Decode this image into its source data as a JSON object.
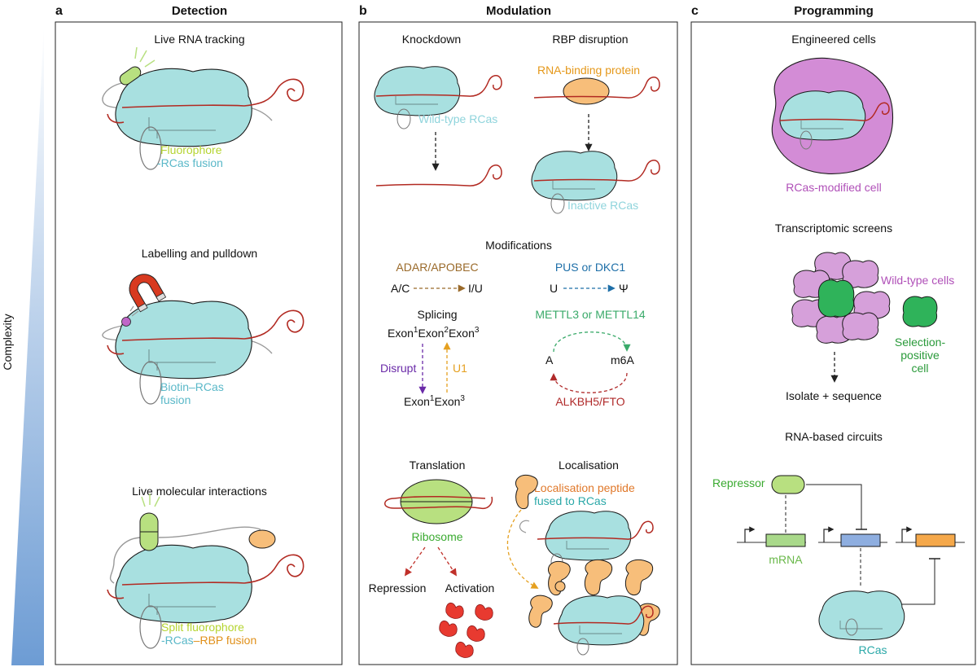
{
  "colors": {
    "rcas": "#a8e0e0",
    "rcas_stroke": "#1a1a1a",
    "rna": "#b22a22",
    "fluor_green": "#b8e080",
    "rbp_orange": "#f7be7a",
    "magnet": "#d83a20",
    "cell_purple": "#d38cd6",
    "selected_green": "#2fb35a",
    "mrna_bar": "#a9d98a",
    "blue_bar": "#8eaee0",
    "orange_bar": "#f5a84a",
    "gradient_top": "#ffffff",
    "gradient_bottom": "#6d9cd4"
  },
  "axis": {
    "complexity": "Complexity"
  },
  "panels": {
    "a": {
      "letter": "a",
      "title": "Detection",
      "live_rna": {
        "title": "Live RNA tracking",
        "line1": "Fluorophore",
        "line2": "-RCas fusion"
      },
      "labelling": {
        "title": "Labelling and pulldown",
        "line1": "Biotin–RCas",
        "line2": "fusion"
      },
      "live_mol": {
        "title": "Live molecular interactions",
        "line1": "Split fluorophore",
        "line2a": "-RCas",
        "line2b": "–RBP fusion"
      }
    },
    "b": {
      "letter": "b",
      "title": "Modulation",
      "knockdown": {
        "title": "Knockdown",
        "label": "Wild-type RCas"
      },
      "rbp": {
        "title": "RBP disruption",
        "protein": "RNA-binding protein",
        "inactive": "Inactive RCas"
      },
      "mods": {
        "title": "Modifications",
        "adar": "ADAR/APOBEC",
        "ac": "A/C",
        "iu": "I/U",
        "pus": "PUS or DKC1",
        "u": "U",
        "psi": "Ψ",
        "splicing": "Splicing",
        "exon": "Exon",
        "sup1": "1",
        "sup2": "2",
        "sup3": "3",
        "disrupt": "Disrupt",
        "u1": "U1",
        "mettl": "METTL3 or METTL14",
        "a": "A",
        "m6a": "m6A",
        "alkbh": "ALKBH5/FTO"
      },
      "translation": {
        "title": "Translation",
        "ribosome": "Ribosome",
        "repression": "Repression",
        "activation": "Activation"
      },
      "localisation": {
        "title": "Localisation",
        "line1": "Localisation peptide",
        "line2": "fused to RCas"
      }
    },
    "c": {
      "letter": "c",
      "title": "Programming",
      "engineered": {
        "title": "Engineered cells",
        "label": "RCas-modified cell"
      },
      "screens": {
        "title": "Transcriptomic screens",
        "wild": "Wild-type cells",
        "sel1": "Selection-",
        "sel2": "positive",
        "sel3": "cell",
        "isolate": "Isolate + sequence"
      },
      "circuits": {
        "title": "RNA-based circuits",
        "repressor": "Repressor",
        "mrna": "mRNA",
        "rcas": "RCas"
      }
    }
  }
}
